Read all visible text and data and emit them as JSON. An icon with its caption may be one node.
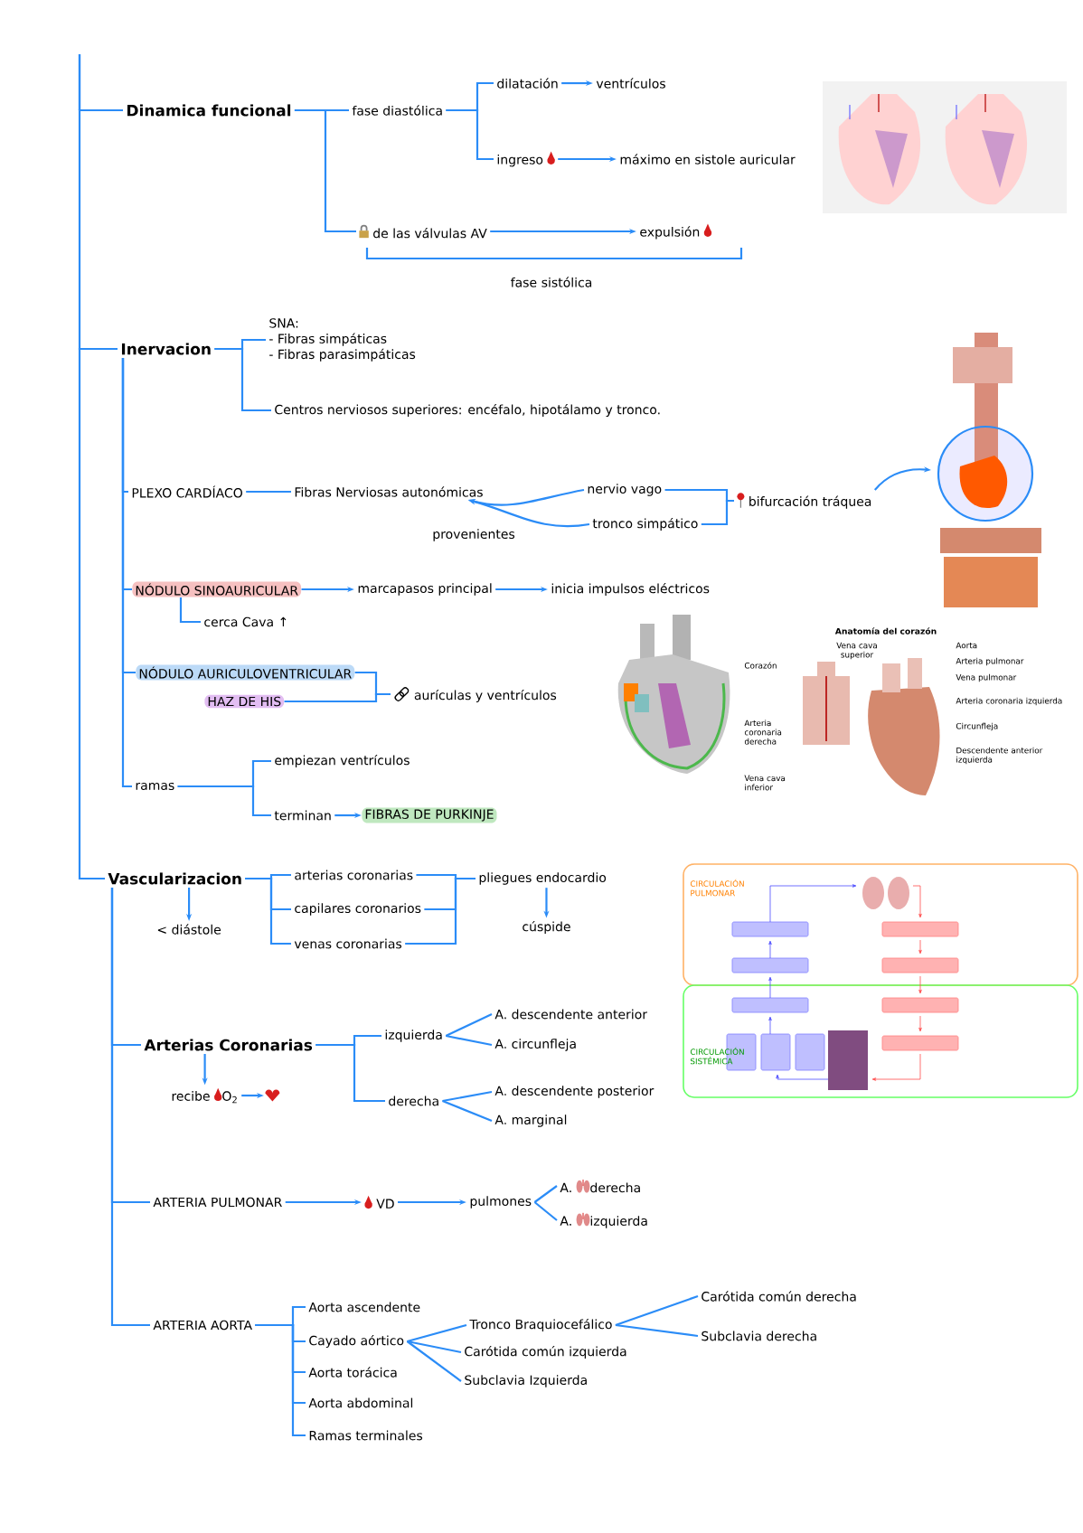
{
  "diagram": {
    "nodes": [
      {
        "text": [
          "Dinamica funcional"
        ]
      },
      {
        "text": [
          "fase diastólica"
        ]
      },
      {
        "text": [
          "dilatación"
        ]
      },
      {
        "text": [
          "ventrículos"
        ]
      },
      {
        "text": [
          "ingreso"
        ]
      },
      {
        "text": [
          "máximo en sistole auricular"
        ]
      },
      {
        "text": [
          "de las válvulas AV"
        ]
      },
      {
        "text": [
          "expulsión"
        ]
      },
      {
        "text": [
          "Inervacion"
        ]
      },
      {
        "text": [
          "SNA:",
          "- Fibras simpáticas",
          "- Fibras parasimpáticas"
        ]
      },
      {
        "text": [
          "Centros nerviosos superiores: encéfalo, hipotálamo y tronco."
        ]
      },
      {
        "text": [
          "PLEXO CARDÍACO"
        ]
      },
      {
        "text": [
          "Fibras Nerviosas autonómicas"
        ]
      },
      {
        "text": [
          "nervio vago"
        ]
      },
      {
        "text": [
          "tronco simpático"
        ]
      },
      {
        "text": [
          "bifurcación tráquea"
        ]
      },
      {
        "text": [],
        "shape": "picture"
      },
      {
        "text": [
          "NÓDULO SINOAURICULAR"
        ]
      },
      {
        "text": [
          "marcapasos principal"
        ]
      },
      {
        "text": [
          "inicia impulsos eléctricos"
        ]
      },
      {
        "text": [
          "cerca Cava ↑"
        ]
      },
      {
        "text": [
          "NÓDULO AURICULOVENTRICULAR"
        ]
      },
      {
        "text": [
          "HAZ DE HIS"
        ]
      },
      {
        "text": [
          "aurículas y ventrículos"
        ]
      },
      {
        "text": [
          "ramas"
        ]
      },
      {
        "text": [
          "empiezan ventrículos"
        ]
      },
      {
        "text": [
          "terminan"
        ]
      },
      {
        "text": [
          "FIBRAS DE PURKINJE"
        ]
      },
      {
        "text": [
          "Vascularizacion"
        ]
      },
      {
        "text": [
          "< diástole"
        ]
      },
      {
        "text": [
          "arterias coronarias"
        ]
      },
      {
        "text": [
          "capilares coronarios"
        ]
      },
      {
        "text": [
          "venas coronarias"
        ]
      },
      {
        "text": [
          "pliegues endocardio"
        ]
      },
      {
        "text": [
          "cúspide"
        ]
      },
      {
        "text": [
          "Arterias Coronarias"
        ]
      },
      {
        "text": [
          "recibe",
          "O$_{2}$"
        ]
      },
      {
        "text": [],
        "shape": "picture"
      },
      {
        "text": [
          "izquierda"
        ]
      },
      {
        "text": [
          "derecha"
        ]
      },
      {
        "text": [
          "A. descendente anterior"
        ]
      },
      {
        "text": [
          "A. circunfleja"
        ]
      },
      {
        "text": [
          "A. descendente posterior"
        ]
      },
      {
        "text": [
          "A. marginal"
        ]
      },
      {
        "text": [
          "ARTERIA PULMONAR"
        ]
      },
      {
        "text": [
          "VD"
        ]
      },
      {
        "text": [
          "pulmones"
        ]
      },
      {
        "text": [
          "A.",
          "derecha"
        ]
      },
      {
        "text": [
          "A.",
          "izquierda"
        ]
      },
      {
        "text": [
          "ARTERIA AORTA"
        ]
      },
      {
        "text": [
          "Aorta ascendente"
        ]
      },
      {
        "text": [
          "Cayado aórtico"
        ]
      },
      {
        "text": [
          "Aorta torácica"
        ]
      },
      {
        "text": [
          "Aorta abdominal"
        ]
      },
      {
        "text": [
          "Ramas terminales"
        ]
      },
      {
        "text": [
          "Tronco Braquiocefálico"
        ]
      },
      {
        "text": [
          "Carótida común izquierda"
        ]
      },
      {
        "text": [
          "Subclavia Izquierda"
        ]
      },
      {
        "text": [
          "Carótida común derecha"
        ]
      },
      {
        "text": [
          "Subclavia derecha"
        ]
      }
    ],
    "edges": [
      {
        "from": 0,
        "to": 8,
        "arrow": "none"
      },
      {
        "from": 8,
        "to": 28,
        "arrow": "none"
      },
      {
        "from": 0,
        "to": 1,
        "arrow": "none"
      },
      {
        "from": 0,
        "to": 6,
        "arrow": "none"
      },
      {
        "from": 1,
        "to": 2,
        "arrow": "none"
      },
      {
        "from": 1,
        "to": 4,
        "arrow": "none"
      },
      {
        "from": 2,
        "to": 3,
        "arrow": "to"
      },
      {
        "from": 4,
        "to": 5,
        "arrow": "to"
      },
      {
        "from": 6,
        "to": 7,
        "arrow": "to"
      },
      {
        "from": 8,
        "to": 9,
        "arrow": "none"
      },
      {
        "from": 8,
        "to": 10,
        "arrow": "none"
      },
      {
        "from": 8,
        "to": 11,
        "arrow": "none"
      },
      {
        "from": 8,
        "to": 17,
        "arrow": "none"
      },
      {
        "from": 8,
        "to": 21,
        "arrow": "none"
      },
      {
        "from": 8,
        "to": 24,
        "arrow": "none"
      },
      {
        "from": 11,
        "to": 12,
        "arrow": "none"
      },
      {
        "from": 13,
        "to": 12,
        "arrow": "to"
      },
      {
        "from": 14,
        "to": 12,
        "arrow": "to",
        "label": "provenientes"
      },
      {
        "from": 13,
        "to": 15,
        "arrow": "none"
      },
      {
        "from": 14,
        "to": 15,
        "arrow": "none"
      },
      {
        "from": 15,
        "to": 16,
        "arrow": "to"
      },
      {
        "from": 17,
        "to": 18,
        "arrow": "to"
      },
      {
        "from": 18,
        "to": 19,
        "arrow": "to"
      },
      {
        "from": 17,
        "to": 20,
        "arrow": "none"
      },
      {
        "from": 21,
        "to": 23,
        "arrow": "none"
      },
      {
        "from": 22,
        "to": 23,
        "arrow": "none"
      },
      {
        "from": 24,
        "to": 25,
        "arrow": "none"
      },
      {
        "from": 24,
        "to": 26,
        "arrow": "none"
      },
      {
        "from": 26,
        "to": 27,
        "arrow": "to"
      },
      {
        "from": 28,
        "to": 29,
        "arrow": "to"
      },
      {
        "from": 28,
        "to": 30,
        "arrow": "none"
      },
      {
        "from": 28,
        "to": 31,
        "arrow": "none"
      },
      {
        "from": 28,
        "to": 32,
        "arrow": "none"
      },
      {
        "from": 30,
        "to": 33,
        "arrow": "none"
      },
      {
        "from": 31,
        "to": 33,
        "arrow": "none"
      },
      {
        "from": 32,
        "to": 33,
        "arrow": "none"
      },
      {
        "from": 33,
        "to": 34,
        "arrow": "to"
      },
      {
        "from": 28,
        "to": 35,
        "arrow": "none"
      },
      {
        "from": 28,
        "to": 44,
        "arrow": "none"
      },
      {
        "from": 28,
        "to": 49,
        "arrow": "none"
      },
      {
        "from": 35,
        "to": 36,
        "arrow": "to"
      },
      {
        "from": 36,
        "to": 37,
        "arrow": "to"
      },
      {
        "from": 35,
        "to": 38,
        "arrow": "none"
      },
      {
        "from": 35,
        "to": 39,
        "arrow": "none"
      },
      {
        "from": 38,
        "to": 40,
        "arrow": "none"
      },
      {
        "from": 38,
        "to": 41,
        "arrow": "none"
      },
      {
        "from": 39,
        "to": 42,
        "arrow": "none"
      },
      {
        "from": 39,
        "to": 43,
        "arrow": "none"
      },
      {
        "from": 44,
        "to": 45,
        "arrow": "to"
      },
      {
        "from": 45,
        "to": 46,
        "arrow": "to"
      },
      {
        "from": 46,
        "to": 47,
        "arrow": "none"
      },
      {
        "from": 46,
        "to": 48,
        "arrow": "none"
      },
      {
        "from": 49,
        "to": 50,
        "arrow": "none"
      },
      {
        "from": 49,
        "to": 51,
        "arrow": "none"
      },
      {
        "from": 49,
        "to": 52,
        "arrow": "none"
      },
      {
        "from": 49,
        "to": 53,
        "arrow": "none"
      },
      {
        "from": 49,
        "to": 54,
        "arrow": "none"
      },
      {
        "from": 51,
        "to": 55,
        "arrow": "none"
      },
      {
        "from": 51,
        "to": 56,
        "arrow": "none"
      },
      {
        "from": 51,
        "to": 57,
        "arrow": "none"
      },
      {
        "from": 55,
        "to": 58,
        "arrow": "none"
      },
      {
        "from": 55,
        "to": 59,
        "arrow": "none"
      }
    ],
    "labels": [
      "fase sistólica",
      "Anatomía del corazón",
      "Vena cava superior",
      "Corazón",
      "Aorta",
      "Arteria pulmonar",
      "Vena pulmonar",
      "Arteria coronaria izquierda",
      "Arteria coronaria derecha",
      "Circunfleja",
      "Descendente anterior izquierda",
      "Vena cava inferior",
      "CIRCULACIÓN PULMONAR",
      "CIRCULACIÓN SISTÉMICA"
    ]
  }
}
